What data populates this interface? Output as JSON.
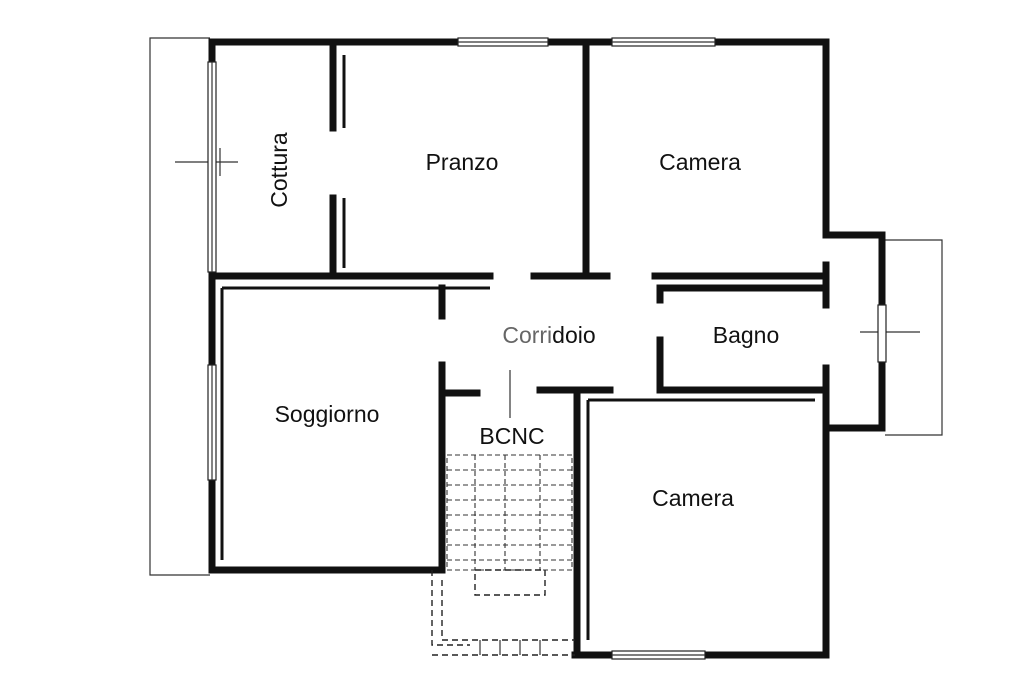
{
  "rooms": {
    "cottura": "Cottura",
    "pranzo": "Pranzo",
    "camera_top": "Camera",
    "corridoio_a": "Corri",
    "corridoio_b": "doio",
    "bagno": "Bagno",
    "soggiorno": "Soggiorno",
    "bcnc": "BCNC",
    "camera_bottom": "Camera"
  },
  "colors": {
    "wall": "#111111",
    "background": "#ffffff",
    "corridor_text": "#666666"
  }
}
